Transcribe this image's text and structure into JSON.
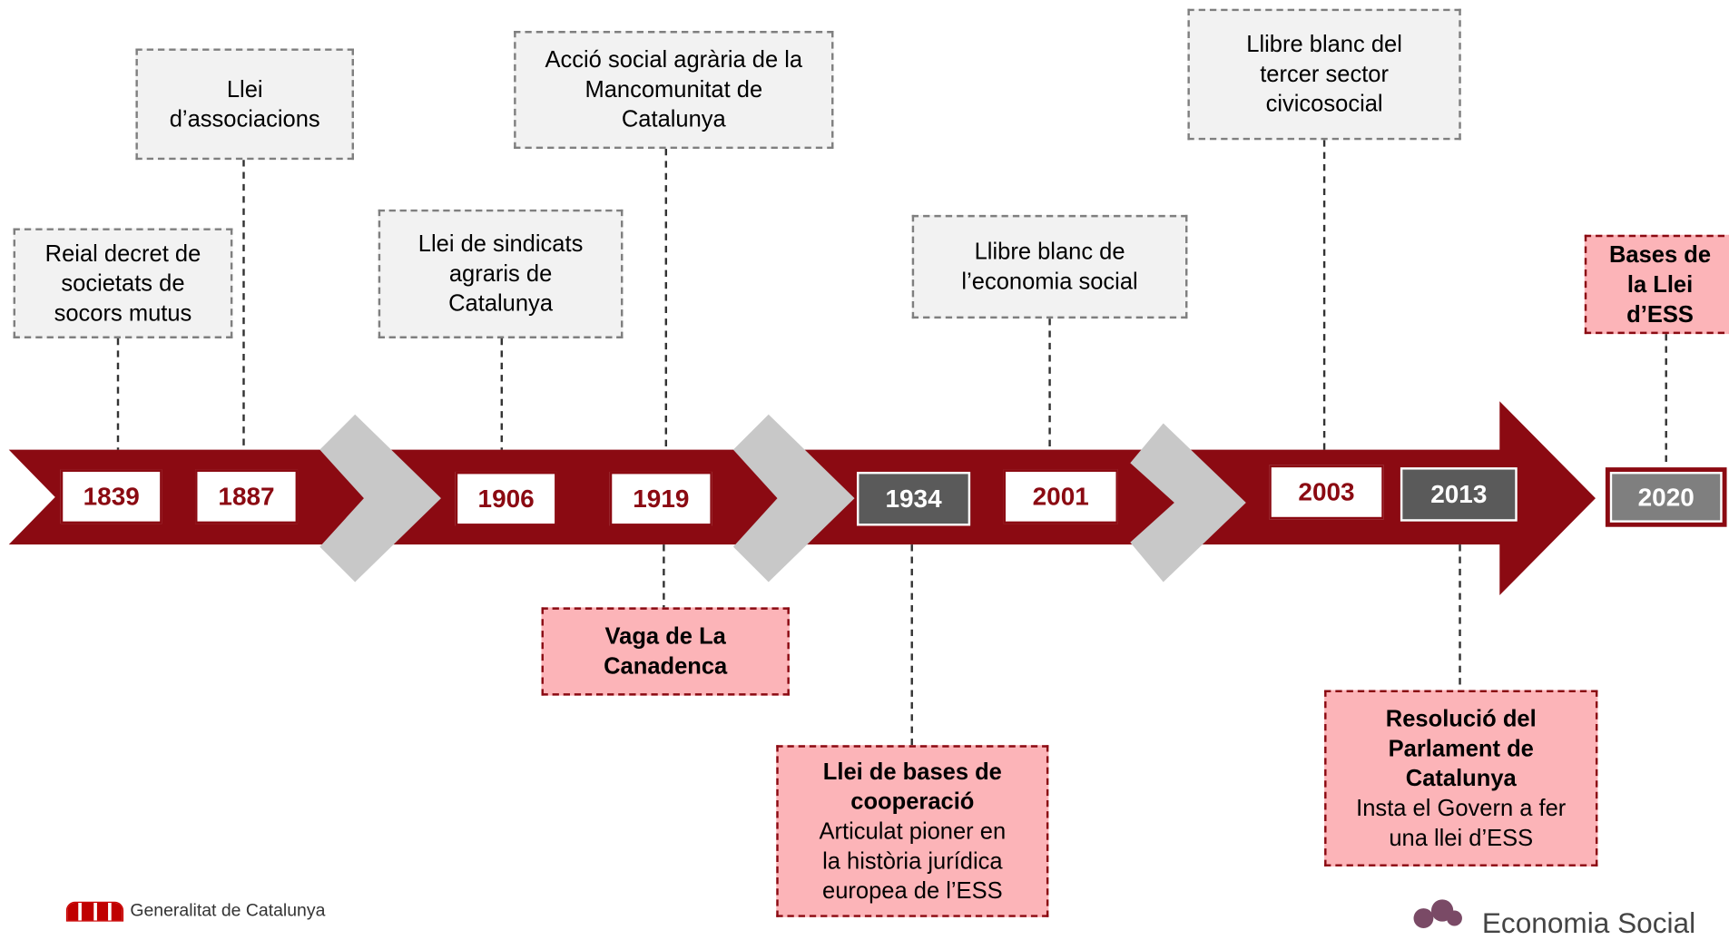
{
  "events_top": [
    {
      "id": "1839",
      "lines": [
        "Reial decret de",
        "societats de",
        "socors mutus"
      ]
    },
    {
      "id": "1887",
      "lines": [
        "Llei",
        "d’associacions"
      ]
    },
    {
      "id": "1906",
      "lines": [
        "Llei de sindicats",
        "agraris de",
        "Catalunya"
      ]
    },
    {
      "id": "1919",
      "lines": [
        "Acció social agrària de la",
        "Mancomunitat de",
        "Catalunya"
      ]
    },
    {
      "id": "2001",
      "lines": [
        "Llibre blanc de",
        "l’economia social"
      ]
    },
    {
      "id": "2003",
      "lines": [
        "Llibre blanc del",
        "tercer sector",
        "civicosocial"
      ]
    },
    {
      "id": "2020",
      "bold_lines": [
        "Bases de",
        "la Llei",
        "d’ESS"
      ]
    }
  ],
  "events_bottom": [
    {
      "id": "1919b",
      "bold_lines": [
        "Vaga de La",
        "Canadenca"
      ]
    },
    {
      "id": "1934",
      "bold_lines": [
        "Llei de bases de",
        "cooperació"
      ],
      "lines": [
        "Articulat pioner en",
        "la història jurídica",
        "europea de l’ESS"
      ]
    },
    {
      "id": "2013",
      "bold_lines": [
        "Resolució del",
        "Parlament de",
        "Catalunya"
      ],
      "lines": [
        "Insta el Govern a fer",
        "una llei d’ESS"
      ]
    }
  ],
  "years": [
    "1839",
    "1887",
    "1906",
    "1919",
    "1934",
    "2001",
    "2003",
    "2013",
    "2020"
  ],
  "logos": {
    "generalitat": "Generalitat de Catalunya",
    "right": "Economia Social"
  },
  "colors": {
    "arrow": "#8b0a12",
    "chevron": "#c8c8c8",
    "grey_box_fill": "#f2f2f2",
    "pink_box_fill": "#fcb4b8",
    "dark_year": "#5a5a5a"
  }
}
